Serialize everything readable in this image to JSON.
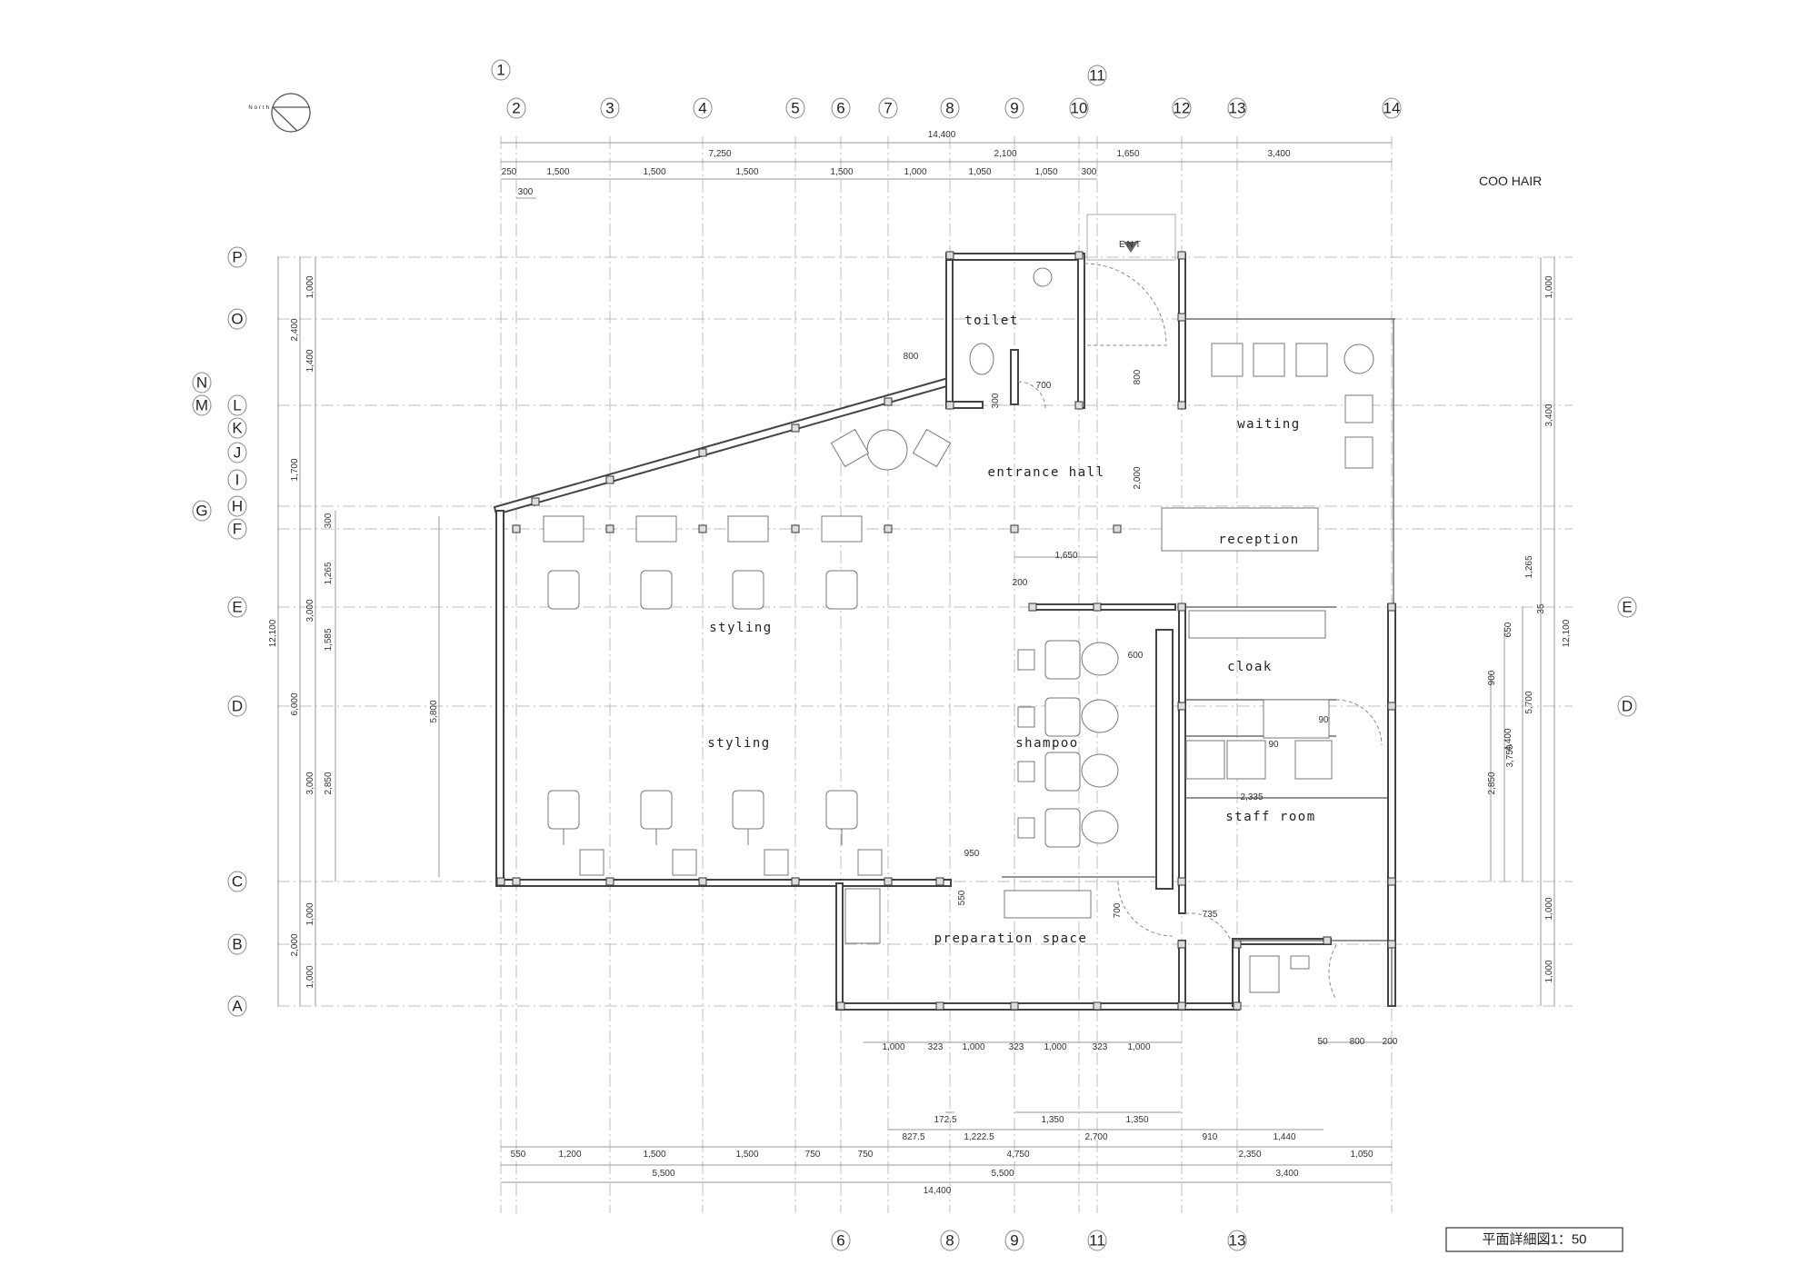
{
  "title": "COO HAIR",
  "north_label": "North",
  "entrance_label": "ENT",
  "scale_label": "平面詳細図1：50",
  "rooms": {
    "toilet": "toilet",
    "waiting": "waiting",
    "entrance_hall": "entrance hall",
    "reception": "reception",
    "styling_1": "styling",
    "styling_2": "styling",
    "shampoo": "shampoo",
    "cloak": "cloak",
    "staff_room": "staff room",
    "preparation_space": "preparation space"
  },
  "grid_columns_top": [
    "1",
    "2",
    "3",
    "4",
    "5",
    "6",
    "7",
    "8",
    "9",
    "10",
    "11",
    "12",
    "13",
    "14"
  ],
  "grid_columns_bottom": [
    "6",
    "8",
    "9",
    "11",
    "13"
  ],
  "grid_rows_left": [
    "P",
    "O",
    "N",
    "M",
    "L",
    "K",
    "J",
    "I",
    "H",
    "G",
    "F",
    "E",
    "D",
    "C",
    "B",
    "A"
  ],
  "grid_rows_right": [
    "E",
    "D"
  ],
  "dimensions": {
    "top": [
      "14,400",
      "7,250",
      "2,100",
      "1,650",
      "3,400",
      "250",
      "1,500",
      "1,500",
      "1,500",
      "1,500",
      "1,000",
      "1,050",
      "1,050",
      "300",
      "300"
    ],
    "bottom": [
      "1,000",
      "323",
      "1,000",
      "323",
      "1,000",
      "323",
      "1,000",
      "50",
      "800",
      "200",
      "172.5",
      "1,350",
      "1,350",
      "827.5",
      "1,222.5",
      "2,700",
      "910",
      "1,440",
      "550",
      "1,200",
      "1,500",
      "1,500",
      "750",
      "750",
      "4,750",
      "2,350",
      "1,050",
      "5,500",
      "5,500",
      "3,400",
      "14,400"
    ],
    "left": [
      "1,000",
      "1,400",
      "3,000",
      "3,000",
      "1,000",
      "1,000",
      "2,400",
      "1,700",
      "6,000",
      "2,000",
      "12,100",
      "300",
      "1,265",
      "1,585",
      "2,850",
      "5,800"
    ],
    "right": [
      "1,000",
      "3,400",
      "1,000",
      "1,000",
      "12,100",
      "1,265",
      "5,700",
      "35",
      "650",
      "4,400",
      "3,750",
      "900",
      "2,850"
    ],
    "interior": [
      "800",
      "700",
      "300",
      "800",
      "2,000",
      "1,650",
      "200",
      "600",
      "90",
      "90",
      "2,335",
      "950",
      "550",
      "700",
      "735"
    ]
  }
}
